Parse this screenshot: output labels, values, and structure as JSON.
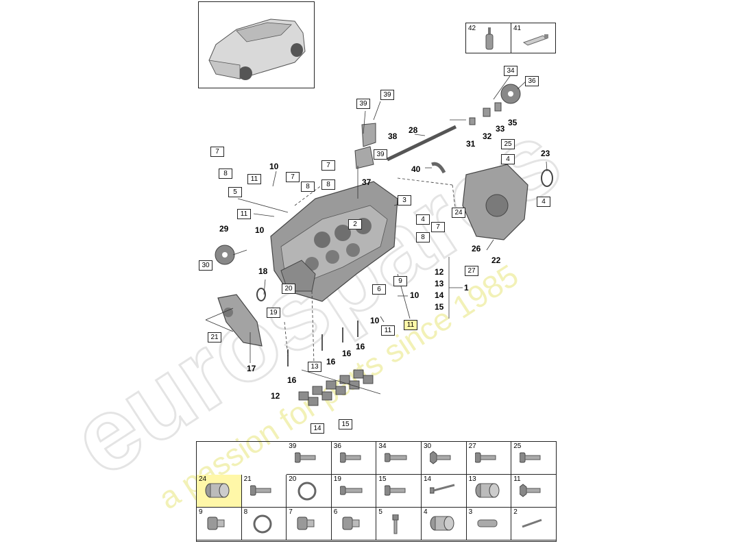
{
  "diagram": {
    "callouts": {
      "c10a": "10",
      "c10b": "10",
      "c10c": "10",
      "c10d": "10",
      "c37": "37",
      "c38": "38",
      "c28": "28",
      "c31": "31",
      "c32": "32",
      "c33": "33",
      "c35": "35",
      "c40": "40",
      "c23": "23",
      "c29": "29",
      "c18": "18",
      "c17": "17",
      "c26": "26",
      "c22": "22",
      "c1": "1",
      "c12a": "12",
      "c13a": "13",
      "c14a": "14",
      "c15a": "15",
      "c16a": "16",
      "c16b": "16",
      "c16c": "16",
      "c16d": "16",
      "c12b": "12"
    },
    "boxed": {
      "b42": "42",
      "b41": "41",
      "b34": "34",
      "b36": "36",
      "b39a": "39",
      "b39b": "39",
      "b39c": "39",
      "b25": "25",
      "b4a": "4",
      "b4b": "4",
      "b4c": "4",
      "b7a": "7",
      "b8a": "8",
      "b5": "5",
      "b11a": "11",
      "b7b": "7",
      "b8b": "8",
      "b7c": "7",
      "b8c": "8",
      "b11b": "11",
      "b3": "3",
      "b2": "2",
      "b7d": "7",
      "b8d": "8",
      "b24": "24",
      "b30": "30",
      "b20": "20",
      "b6": "6",
      "b9": "9",
      "b27": "27",
      "b19": "19",
      "b21": "21",
      "b11c": "11",
      "b11d": "11",
      "b13": "13",
      "b14": "14",
      "b15": "15"
    }
  },
  "parts_grid": {
    "row1": [
      {
        "num": "39",
        "icon": "bolt-flange-icon"
      },
      {
        "num": "36",
        "icon": "bolt-flange-icon"
      },
      {
        "num": "34",
        "icon": "bolt-icon"
      },
      {
        "num": "30",
        "icon": "hex-bolt-icon"
      },
      {
        "num": "27",
        "icon": "bolt-flange-icon"
      },
      {
        "num": "25",
        "icon": "bolt-flange-icon"
      }
    ],
    "row2": [
      {
        "num": "24",
        "icon": "sleeve-icon",
        "highlight": true
      },
      {
        "num": "21",
        "icon": "bolt-flange-icon"
      },
      {
        "num": "20",
        "icon": "o-ring-icon"
      },
      {
        "num": "19",
        "icon": "bolt-icon"
      },
      {
        "num": "15",
        "icon": "bolt-flange-icon"
      },
      {
        "num": "14",
        "icon": "long-bolt-icon"
      },
      {
        "num": "13",
        "icon": "sleeve-icon"
      },
      {
        "num": "11",
        "icon": "hex-bolt-icon"
      }
    ],
    "row3": [
      {
        "num": "9",
        "icon": "plug-icon"
      },
      {
        "num": "8",
        "icon": "o-ring-icon"
      },
      {
        "num": "7",
        "icon": "plug-icon"
      },
      {
        "num": "6",
        "icon": "plug-icon"
      },
      {
        "num": "5",
        "icon": "pin-icon"
      },
      {
        "num": "4",
        "icon": "sleeve-icon"
      },
      {
        "num": "3",
        "icon": "dowel-icon"
      },
      {
        "num": "2",
        "icon": "small-pin-icon"
      }
    ]
  },
  "watermark": {
    "brand": "eurospares",
    "tagline": "a passion for parts since 1985"
  }
}
